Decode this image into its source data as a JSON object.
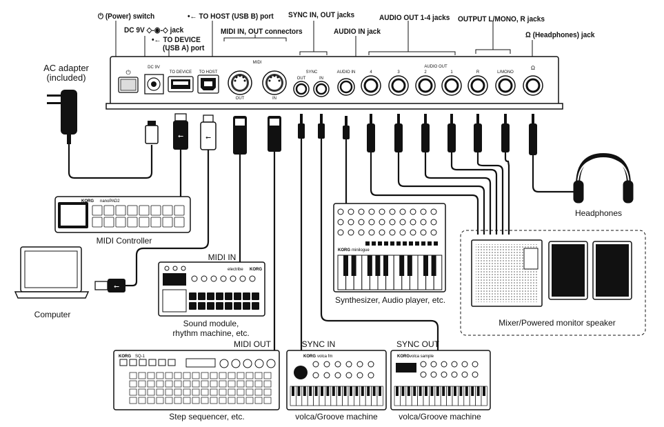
{
  "top_labels": {
    "power_switch": "⏻ (Power) switch",
    "dc_jack": "DC 9V ◇-◉-◇ jack",
    "to_device": "•← TO DEVICE",
    "usb_a_port": "(USB A) port",
    "to_host": "•← TO HOST (USB B) port",
    "midi_connectors": "MIDI IN, OUT connectors",
    "sync_jacks": "SYNC IN, OUT jacks",
    "audio_in": "AUDIO IN jack",
    "audio_out": "AUDIO OUT 1-4 jacks",
    "output_lr": "OUTPUT  L/MONO, R jacks",
    "headphones_jack": "Ω (Headphones) jack"
  },
  "panel": {
    "power_symbol": "⏻",
    "dc": "DC 9V",
    "to_device": "TO DEVICE",
    "to_host": "TO HOST",
    "midi": "MIDI",
    "midi_out": "OUT",
    "midi_in": "IN",
    "sync": "SYNC",
    "sync_out": "OUT",
    "sync_in": "IN",
    "audio_in": "AUDIO IN",
    "audio_out": "AUDIO OUT",
    "out4": "4",
    "out3": "3",
    "out2": "2",
    "out1": "1",
    "r": "R",
    "lmono": "L/MONO",
    "phones": "Ω"
  },
  "devices": {
    "ac_adapter": "AC adapter\n(included)",
    "midi_controller": "MIDI Controller",
    "computer": "Computer",
    "midi_in_label": "MIDI IN",
    "sound_module": "Sound module,\nrhythm machine, etc.",
    "synthesizer": "Synthesizer, Audio player, etc.",
    "headphones": "Headphones",
    "mixer": "Mixer/Powered monitor speaker",
    "midi_out_label": "MIDI OUT",
    "step_sequencer": "Step sequencer, etc.",
    "sync_in_label": "SYNC IN",
    "sync_out_label": "SYNC OUT",
    "volca1": "volca/Groove machine",
    "volca2": "volca/Groove machine"
  },
  "brand": {
    "korg": "KORG",
    "nanopad": "nanoPAD2",
    "electribe": "electribe",
    "sq1": "SQ-1",
    "minilogue": "minilogue",
    "volca_fm": "volca fm",
    "volca_sample": "volca sample"
  }
}
